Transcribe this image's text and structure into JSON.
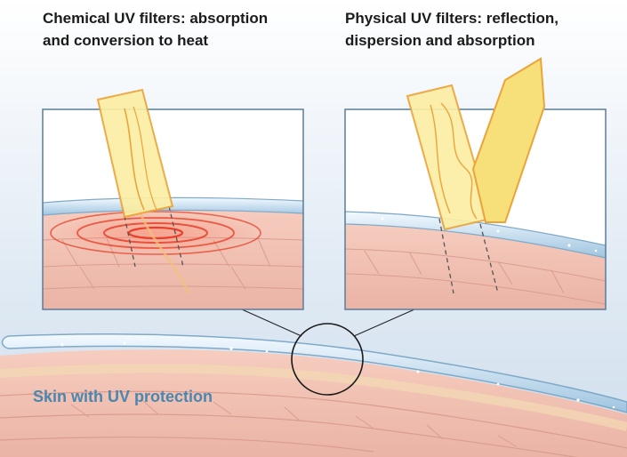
{
  "titles": {
    "chemical": {
      "line1": "Chemical UV filters: absorption",
      "line2": "and conversion to heat"
    },
    "physical": {
      "line1": "Physical UV filters: reflection,",
      "line2": "dispersion and absorption"
    }
  },
  "skin_label": "Skin with UV protection",
  "colors": {
    "background_top": "#dfe9f3",
    "skin": "#f0c4b8",
    "skin_line": "#d99d90",
    "protection_layer": "#bcd8ec",
    "uv_ray_fill": "#fbeea4",
    "uv_ray_stroke": "#eca43a",
    "heat_rings": "#e8402a",
    "frame_border": "#5a7d9a",
    "label_blue": "#4a86ae"
  }
}
